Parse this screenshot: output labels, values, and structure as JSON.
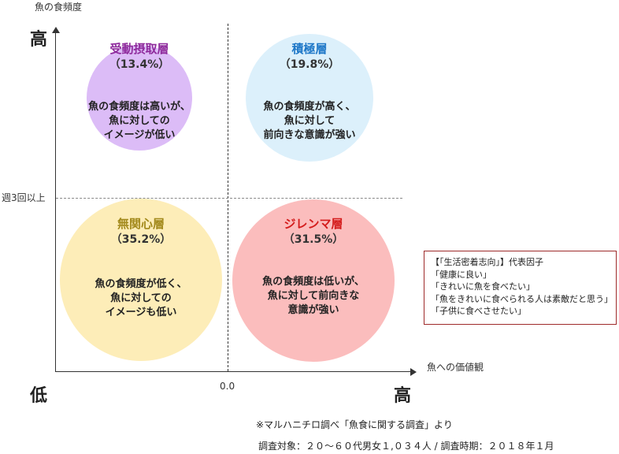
{
  "axes": {
    "y_title": "魚の食頻度",
    "y_high": "高",
    "y_threshold": "週3回以上",
    "x_title": "魚への価値観",
    "x_low": "低",
    "x_high": "高",
    "x_origin": "0.0"
  },
  "segments": [
    {
      "title": "受動摂取層",
      "percent": "（13.4%）",
      "desc": [
        "魚の食頻度は高いが、",
        "魚に対しての",
        "イメージが低い"
      ],
      "fill": "#dcbcf7",
      "title_color": "#8e2a9c"
    },
    {
      "title": "積極層",
      "percent": "（19.8%）",
      "desc": [
        "魚の食頻度が高く、",
        "魚に対して",
        "前向きな意識が強い"
      ],
      "fill": "#dcf0fb",
      "title_color": "#1f78c8"
    },
    {
      "title": "無関心層",
      "percent": "（35.2%）",
      "desc": [
        "魚の食頻度が低く、",
        "魚に対しての",
        "イメージも低い"
      ],
      "fill": "#fdedb8",
      "title_color": "#a38a1c"
    },
    {
      "title": "ジレンマ層",
      "percent": "（31.5%）",
      "desc": [
        "魚の食頻度は低いが、",
        "魚に対して前向きな",
        "意識が強い"
      ],
      "fill": "#fbbdbd",
      "title_color": "#d41c1c"
    }
  ],
  "factors": {
    "lines": [
      "【｢生活密着志向｣】代表因子",
      "「健康に良い」",
      "「きれいに魚を食べたい」",
      "「魚をきれいに食べられる人は素敵だと思う」",
      "「子供に食べさせたい」"
    ],
    "border_color": "#9e2a2a"
  },
  "notes": {
    "source": "※マルハニチロ調べ「魚食に関する調査」より",
    "survey": "調査対象：２０～６０代男女１,０３４人 / 調査時期：２０１８年１月"
  }
}
